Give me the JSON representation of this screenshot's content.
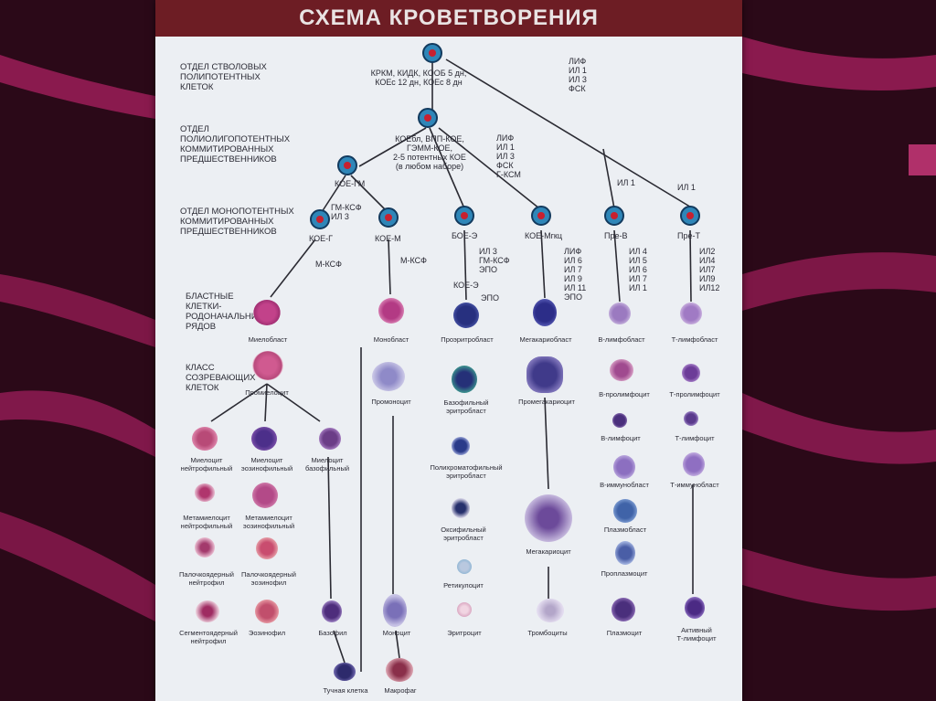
{
  "title": "СХЕМА КРОВЕТВОРЕНИЯ",
  "sections": {
    "stem": [
      "ОТДЕЛ СТВОЛОВЫХ",
      "ПОЛИПОТЕНТНЫХ",
      "КЛЕТОК"
    ],
    "poly": [
      "ОТДЕЛ",
      "ПОЛИОЛИГОПОТЕНТНЫХ",
      "КОММИТИРОВАННЫХ",
      "ПРЕДШЕСТВЕННИКОВ"
    ],
    "mono": [
      "ОТДЕЛ МОНОПОТЕНТНЫХ",
      "КОММИТИРОВАННЫХ",
      "ПРЕДШЕСТВЕННИКОВ"
    ],
    "blast": [
      "БЛАСТНЫЕ",
      "КЛЕТКИ-",
      "РОДОНАЧАЛЬНИЦЫ",
      "РЯДОВ"
    ],
    "maturing": [
      "КЛАСС",
      "СОЗРЕВАЮЩИХ",
      "КЛЕТОК"
    ]
  },
  "top_node": [
    "КРКМ, КИДК, КООБ 5 дн,",
    "КОЕс 12 дн, КОЕс 8 дн"
  ],
  "top_factors": [
    "ЛИФ",
    "ИЛ 1",
    "ИЛ 3",
    "ФСК"
  ],
  "second_node": [
    "КОЕбл, ВПП-КОЕ,",
    "ГЭММ-КОЕ,",
    "2-5 потентных КОЕ",
    "(в любом наборе)"
  ],
  "second_factors": [
    "ЛИФ",
    "ИЛ 1",
    "ИЛ 3",
    "ФСК",
    "Г-КСМ"
  ],
  "nodes": {
    "koe_gm": "КОЕ-ГМ",
    "gm_factors": [
      "ГМ-КСФ",
      "ИЛ 3"
    ],
    "koe_g": "КОЕ-Г",
    "koe_m": "КОЕ-М",
    "boe_e": "БОЕ-Э",
    "koe_mgkc": "КОЕ-Мгкц",
    "pre_b": "Пре-В",
    "pre_t": "Пре-Т",
    "il1_b": "ИЛ 1",
    "il1_t": "ИЛ 1"
  },
  "factors": {
    "m_ksf_g": "М-КСФ",
    "m_ksf_m": "М-КСФ",
    "eryth": [
      "ИЛ 3",
      "ГМ-КСФ",
      "ЭПО"
    ],
    "koe_e": "КОЕ-Э",
    "epo": "ЭПО",
    "mgk": [
      "ЛИФ",
      "ИЛ 6",
      "ИЛ 7",
      "ИЛ 9",
      "ИЛ 11",
      "ЭПО"
    ],
    "b": [
      "ИЛ 4",
      "ИЛ 5",
      "ИЛ 6",
      "ИЛ 7",
      "ИЛ 1"
    ],
    "t": [
      "ИЛ2",
      "ИЛ4",
      "ИЛ7",
      "ИЛ9",
      "ИЛ12"
    ]
  },
  "cells": {
    "myeloblast": "Миелобласт",
    "promyelocyte": "Промиелоцит",
    "myelo_neut": [
      "Миелоцит",
      "нейтрофильный"
    ],
    "myelo_eos": [
      "Миелоцит",
      "эозинофильный"
    ],
    "myelo_bas": [
      "Миелоцит",
      "базофильный"
    ],
    "metamyelo_neut": [
      "Метамиелоцит",
      "нейтрофильный"
    ],
    "metamyelo_eos": [
      "Метамиелоцит",
      "эозинофильный"
    ],
    "band_neut": [
      "Палочкоядерный",
      "нейтрофил"
    ],
    "band_eos": [
      "Палочкоядерный",
      "эозинофил"
    ],
    "seg_neut": [
      "Сегментоядерный",
      "нейтрофил"
    ],
    "eosinophil": "Эозинофил",
    "basophil": "Базофил",
    "mast_cell": "Тучная клетка",
    "monoblast": "Монобласт",
    "promonocyte": "Промоноцит",
    "monocyte": "Моноцит",
    "macrophage": "Макрофаг",
    "proerythroblast": "Проэритробласт",
    "baso_erythroblast": [
      "Базофильный",
      "эритробласт"
    ],
    "poly_erythroblast": [
      "Полихроматофильный",
      "эритробласт"
    ],
    "oxy_erythroblast": [
      "Оксифильный",
      "эритробласт"
    ],
    "reticulocyte": "Ретикулоцит",
    "erythrocyte": "Эритроцит",
    "megakaryoblast": "Мегакариобласт",
    "promegakaryocyte": "Промегакариоцит",
    "megakaryocyte": "Мегакариоцит",
    "platelets": "Тромбоциты",
    "b_lymphoblast": "В-лимфобласт",
    "b_prolymphocyte": "В-пролимфоцит",
    "b_lymphocyte": "В-лимфоцит",
    "b_immunoblast": "В-иммунобласт",
    "plasmablast": "Плазмобласт",
    "proplasmocyte": "Проплазмоцит",
    "plasmocyte": "Плазмоцит",
    "t_lymphoblast": "Т-лимфобласт",
    "t_prolymphocyte": "Т-пролимфоцит",
    "t_lymphocyte": "Т-лимфоцит",
    "t_immunoblast": "Т-иммунобласт",
    "active_t": [
      "Активный",
      "Т-лимфоцит"
    ]
  }
}
